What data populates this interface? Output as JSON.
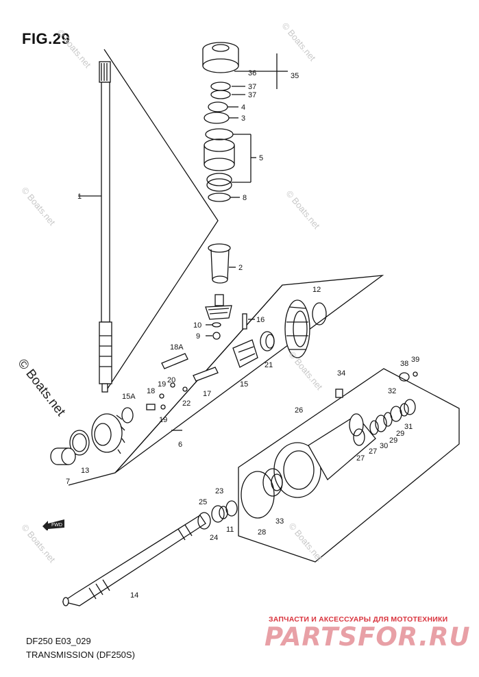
{
  "figure": {
    "title": "FIG.29",
    "code": "DF250 E03_029",
    "name": "TRANSMISSION (DF250S)"
  },
  "watermark": {
    "text": "© Boats.net"
  },
  "ad": {
    "tagline": "ЗАПЧАСТИ И АКСЕССУАРЫ ДЛЯ МОТОТЕХНИКИ",
    "logo": "PARTSFOR.RU",
    "color": "#d9333d"
  },
  "fwd_label": "FWD",
  "callouts": [
    "1",
    "2",
    "3",
    "4",
    "5",
    "6",
    "7",
    "8",
    "9",
    "10",
    "11",
    "12",
    "13",
    "14",
    "15",
    "15A",
    "16",
    "17",
    "18",
    "18A",
    "19",
    "19",
    "20",
    "21",
    "22",
    "23",
    "24",
    "25",
    "26",
    "27",
    "27",
    "28",
    "29",
    "29",
    "30",
    "31",
    "32",
    "33",
    "34",
    "35",
    "36",
    "37",
    "37",
    "38",
    "39"
  ]
}
